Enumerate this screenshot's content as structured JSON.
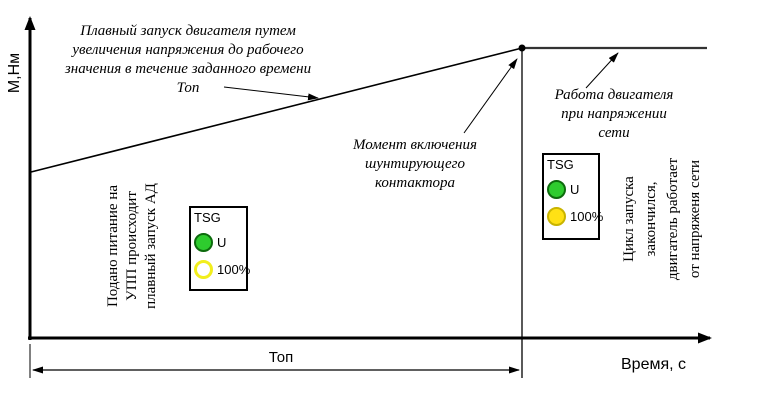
{
  "axes": {
    "y_label": "М,Нм",
    "x_label": "Время, с"
  },
  "notes": {
    "soft_start": [
      "Плавный запуск двигателя путем",
      "увеличения напряжения до рабочего",
      "значения в течение заданного времени",
      "Топ"
    ],
    "contactor": [
      "Момент включения",
      "шунтирующего",
      "контактора"
    ],
    "mains": [
      "Работа двигателя",
      "при напряжении",
      "сети"
    ],
    "power_applied": [
      "Подано питание на",
      "УПП происходит",
      "плавный запуск АД"
    ],
    "cycle_done": [
      "Цикл запуска",
      "закончился,",
      "двигатель работает",
      "от напряженя сети"
    ]
  },
  "dimension_label": "Топ",
  "panels": {
    "during_start": {
      "title": "TSG",
      "lamps": [
        {
          "label": "U",
          "state": "on",
          "fill": "#2ecc2e",
          "border": "#0d6b0d"
        },
        {
          "label": "100%",
          "state": "off",
          "fill": "#ffffff",
          "border": "#f2ee1d"
        }
      ]
    },
    "after_start": {
      "title": "TSG",
      "lamps": [
        {
          "label": "U",
          "state": "on",
          "fill": "#2ecc2e",
          "border": "#0d6b0d"
        },
        {
          "label": "100%",
          "state": "on",
          "fill": "#ffe115",
          "border": "#c9b400"
        }
      ]
    }
  },
  "colors": {
    "line": "#000000",
    "steady_line": "#333333",
    "background": "#ffffff"
  }
}
